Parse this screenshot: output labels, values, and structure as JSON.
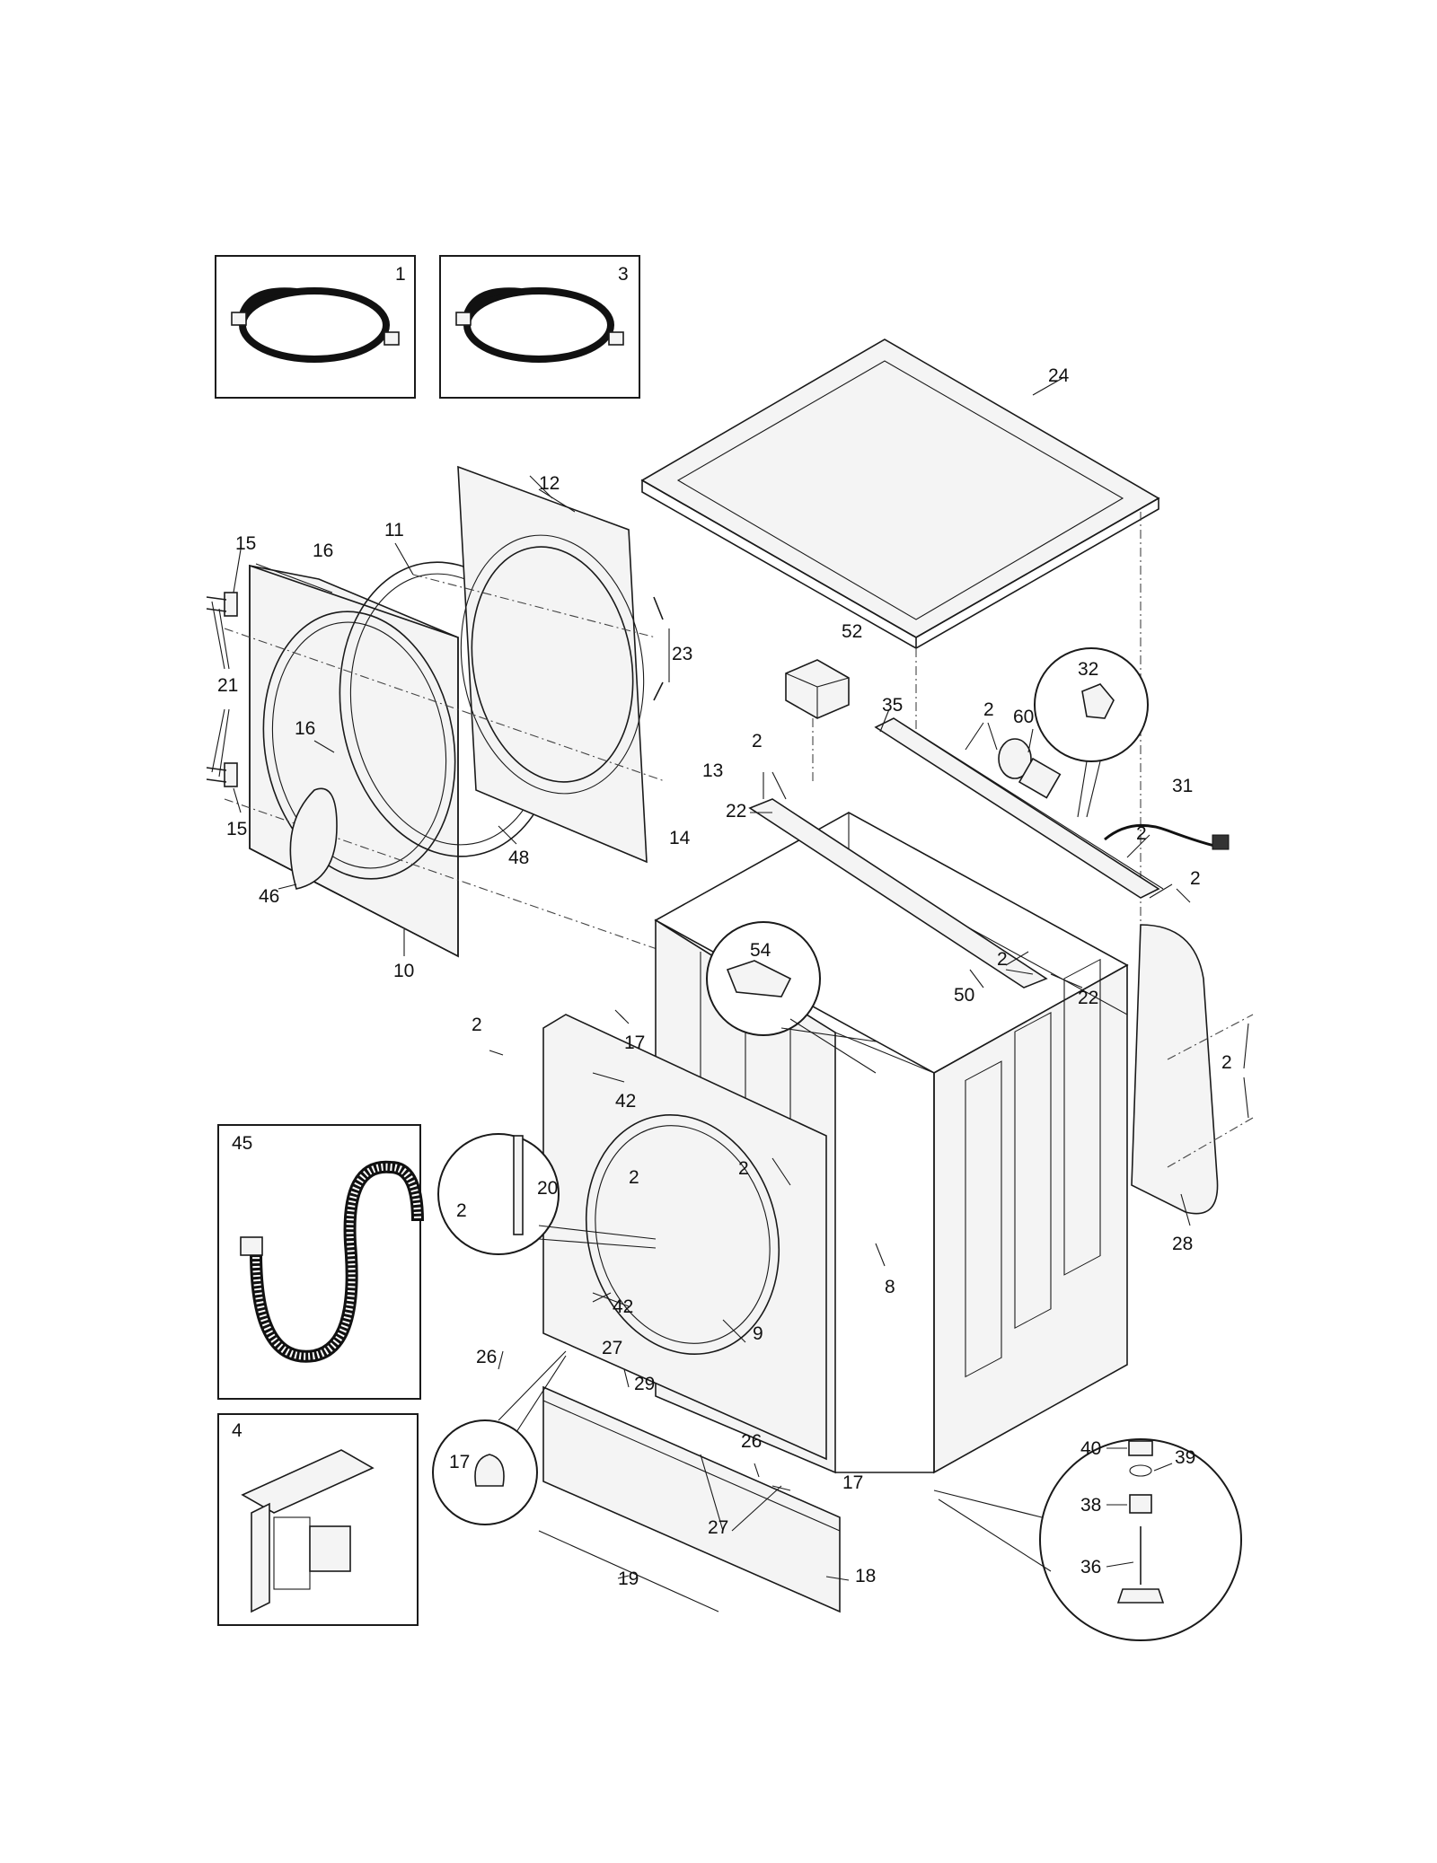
{
  "callouts": {
    "c1": "1",
    "c3": "3",
    "c24": "24",
    "c12": "12",
    "c11": "11",
    "c15a": "15",
    "c15b": "15",
    "c16a": "16",
    "c16b": "16",
    "c21": "21",
    "c23": "23",
    "c46": "46",
    "c10": "10",
    "c48": "48",
    "c13": "13",
    "c14": "14",
    "c22a": "22",
    "c22b": "22",
    "c52": "52",
    "c35": "35",
    "c2a": "2",
    "c2b": "2",
    "c60": "60",
    "c32": "32",
    "c31": "31",
    "c2c": "2",
    "c2d": "2",
    "c2e": "2",
    "c54": "54",
    "c50": "50",
    "c2f": "2",
    "c17a": "17",
    "c2g": "2",
    "c28": "28",
    "c42a": "42",
    "c42b": "42",
    "c2h": "2",
    "c2i": "2",
    "c20": "20",
    "c2j": "2",
    "c8": "8",
    "c9": "9",
    "c45": "45",
    "c26a": "26",
    "c26b": "26",
    "c27a": "27",
    "c27b": "27",
    "c29": "29",
    "c17b": "17",
    "c17c": "17",
    "c4": "4",
    "c19": "19",
    "c18": "18",
    "c40": "40",
    "c39": "39",
    "c38": "38",
    "c36": "36"
  },
  "colors": {
    "line": "#1a1a1a",
    "background": "#ffffff"
  }
}
